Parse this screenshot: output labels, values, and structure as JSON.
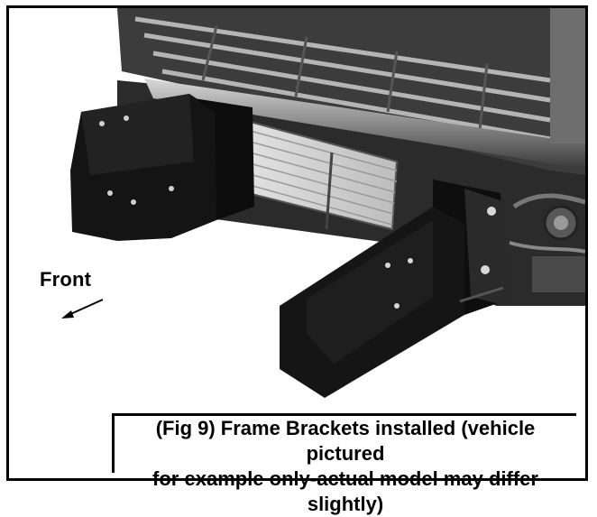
{
  "photo": {
    "direction_label": "Front",
    "arrow_icon": "arrow-down-left-icon"
  },
  "caption": {
    "line1": "(Fig 9) Frame Brackets installed (vehicle pictured",
    "line2": "for example only-actual model may differ slightly)"
  }
}
